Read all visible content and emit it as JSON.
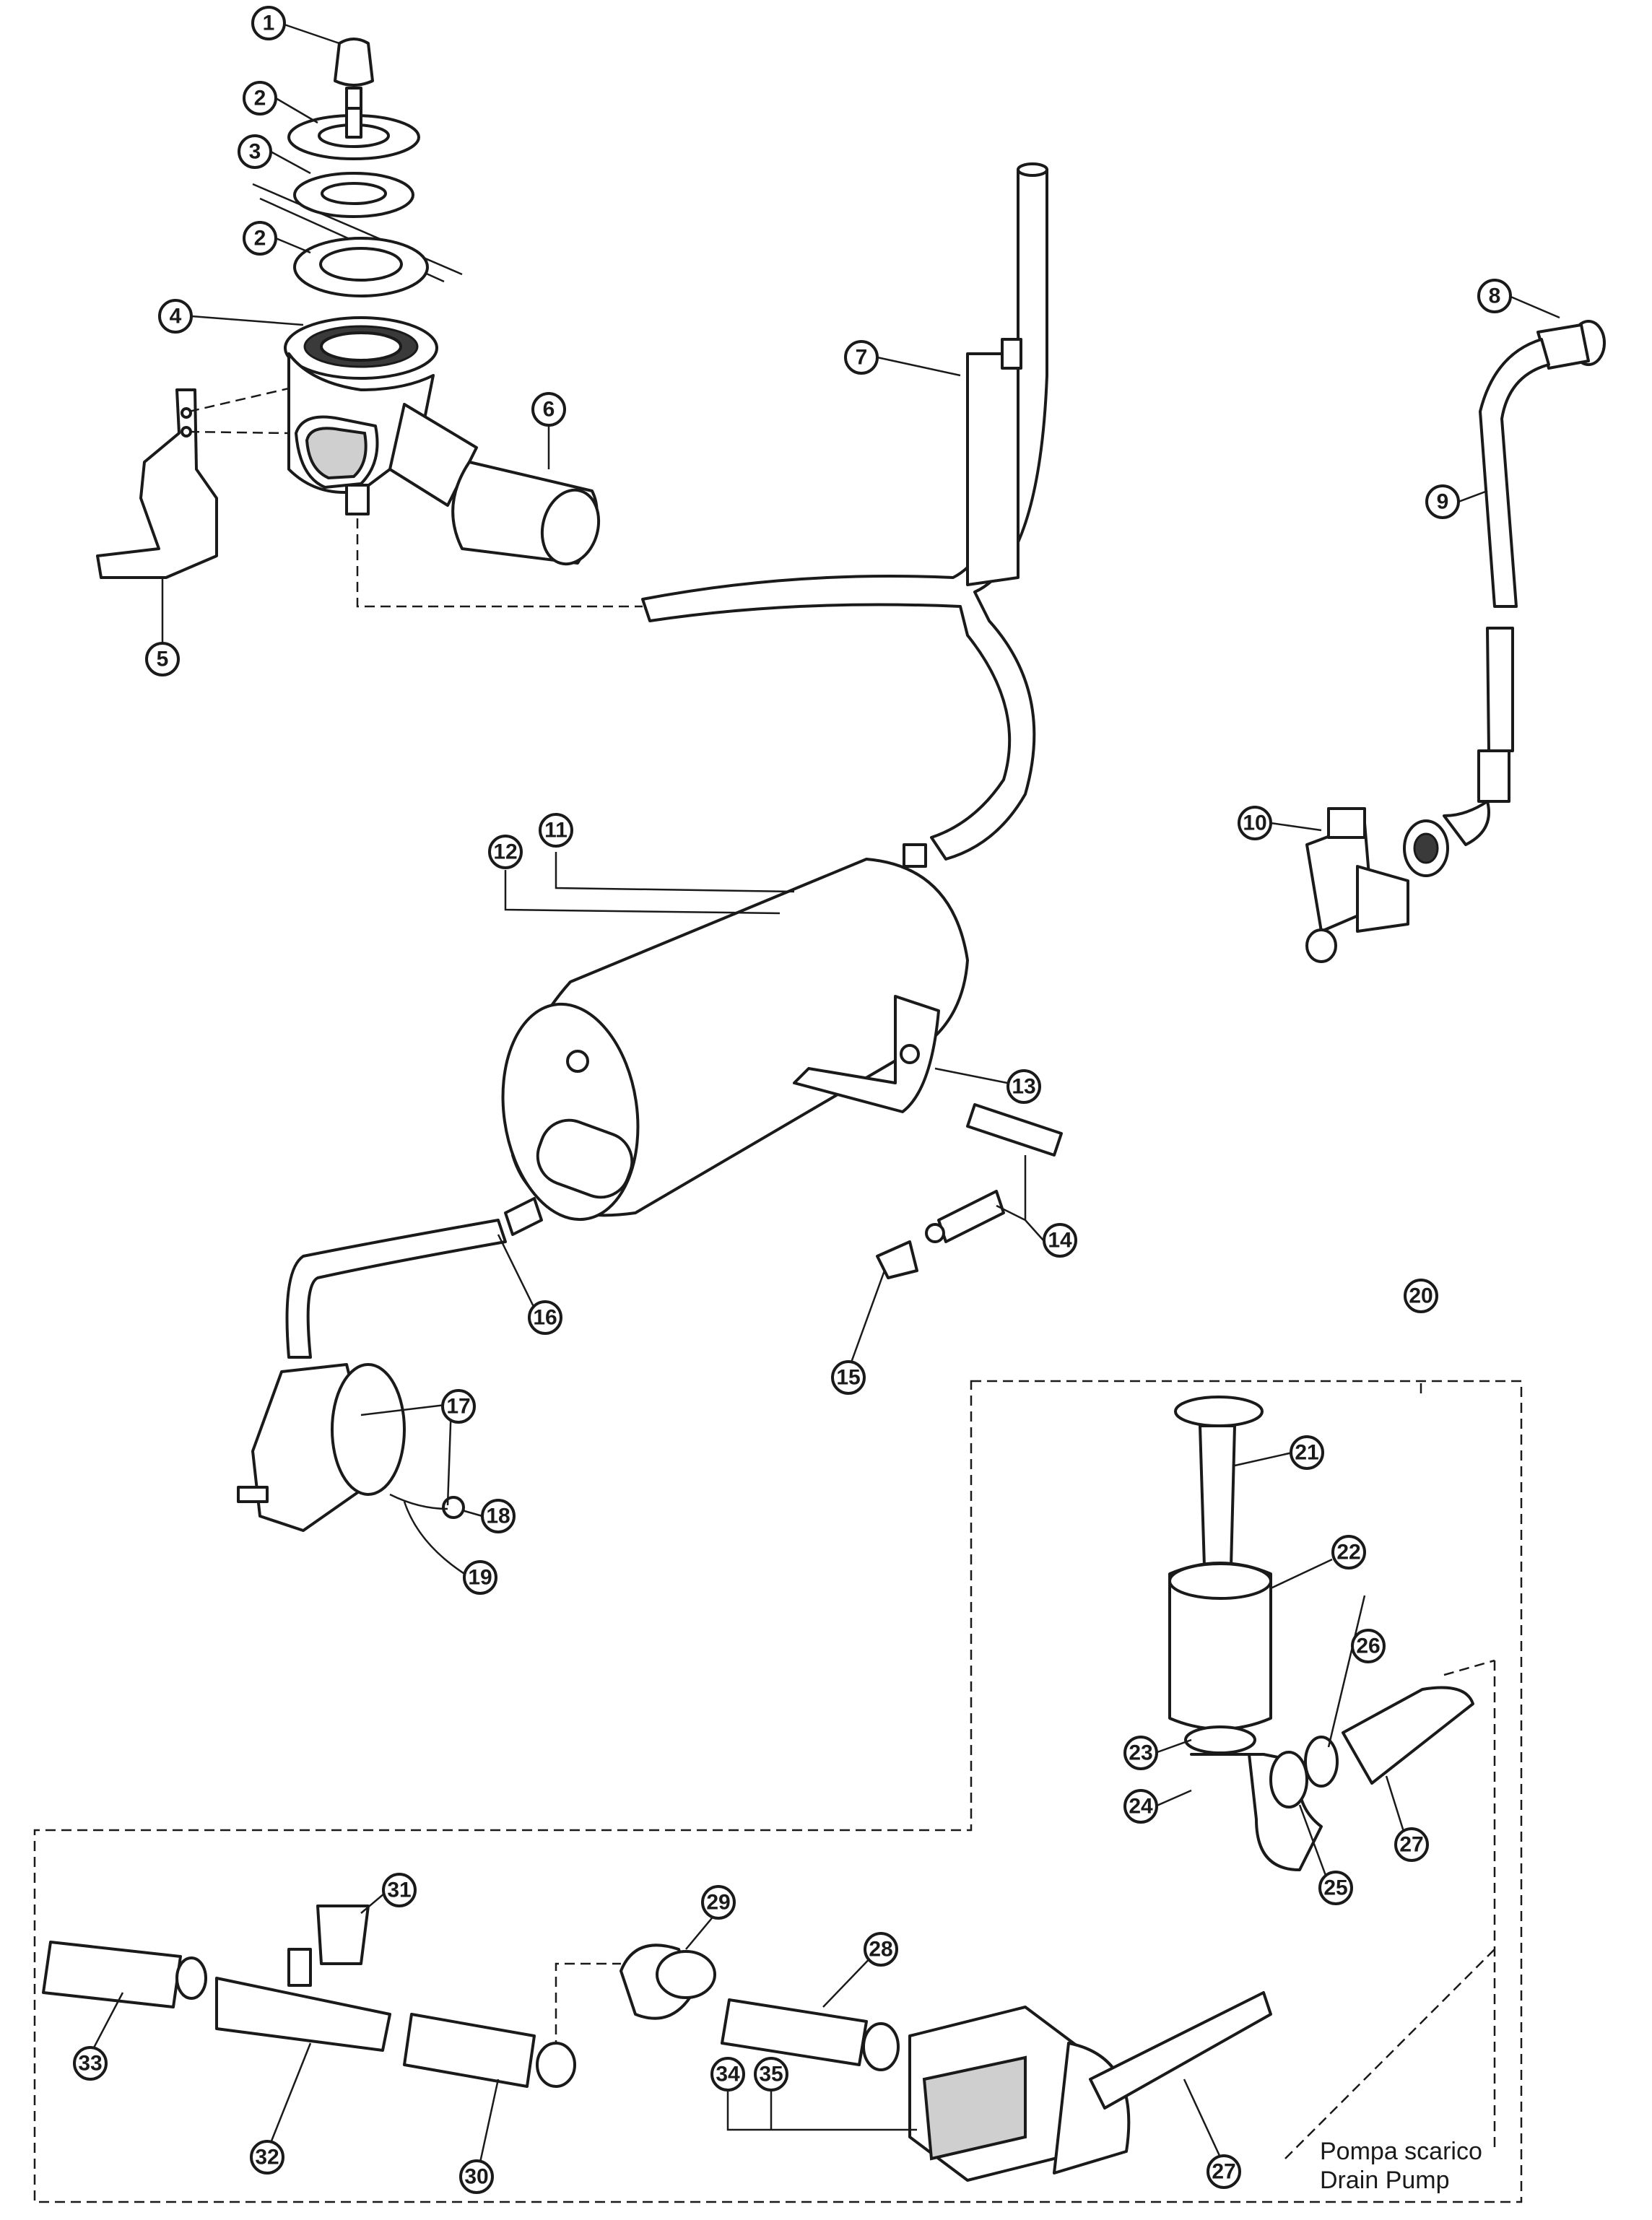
{
  "diagram": {
    "caption_lines": [
      "Pompa scarico",
      "Drain Pump"
    ],
    "callouts": [
      {
        "id": "c1",
        "label": "1"
      },
      {
        "id": "c2a",
        "label": "2"
      },
      {
        "id": "c3",
        "label": "3"
      },
      {
        "id": "c2b",
        "label": "2"
      },
      {
        "id": "c4",
        "label": "4"
      },
      {
        "id": "c5",
        "label": "5"
      },
      {
        "id": "c6",
        "label": "6"
      },
      {
        "id": "c7",
        "label": "7"
      },
      {
        "id": "c8",
        "label": "8"
      },
      {
        "id": "c9",
        "label": "9"
      },
      {
        "id": "c10",
        "label": "10"
      },
      {
        "id": "c11",
        "label": "11"
      },
      {
        "id": "c12",
        "label": "12"
      },
      {
        "id": "c13",
        "label": "13"
      },
      {
        "id": "c14",
        "label": "14"
      },
      {
        "id": "c15",
        "label": "15"
      },
      {
        "id": "c16",
        "label": "16"
      },
      {
        "id": "c17",
        "label": "17"
      },
      {
        "id": "c18",
        "label": "18"
      },
      {
        "id": "c19",
        "label": "19"
      },
      {
        "id": "c20",
        "label": "20"
      },
      {
        "id": "c21",
        "label": "21"
      },
      {
        "id": "c22",
        "label": "22"
      },
      {
        "id": "c23",
        "label": "23"
      },
      {
        "id": "c24",
        "label": "24"
      },
      {
        "id": "c25",
        "label": "25"
      },
      {
        "id": "c26",
        "label": "26"
      },
      {
        "id": "c27a",
        "label": "27"
      },
      {
        "id": "c27b",
        "label": "27"
      },
      {
        "id": "c28",
        "label": "28"
      },
      {
        "id": "c29",
        "label": "29"
      },
      {
        "id": "c30",
        "label": "30"
      },
      {
        "id": "c31",
        "label": "31"
      },
      {
        "id": "c32",
        "label": "32"
      },
      {
        "id": "c33",
        "label": "33"
      },
      {
        "id": "c34",
        "label": "34"
      },
      {
        "id": "c35",
        "label": "35"
      }
    ]
  }
}
